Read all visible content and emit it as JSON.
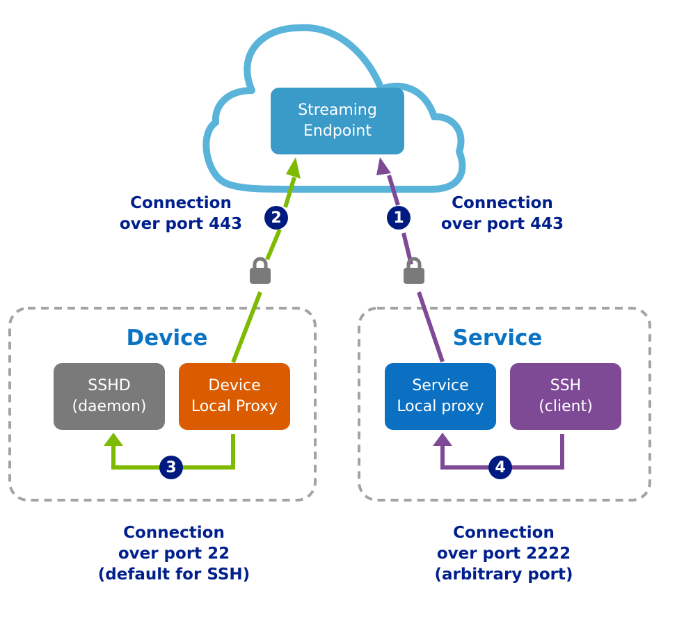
{
  "cloud": {
    "box_label_line1": "Streaming",
    "box_label_line2": "Endpoint",
    "box_color": "#3a9ac8",
    "outline_color": "#5ab4da"
  },
  "connections": {
    "left_443": {
      "line1": "Connection",
      "line2": "over port 443"
    },
    "right_443": {
      "line1": "Connection",
      "line2": "over port 443"
    },
    "port_22": {
      "line1": "Connection",
      "line2": "over port 22",
      "line3": "(default for SSH)"
    },
    "port_2222": {
      "line1": "Connection",
      "line2": "over port 2222",
      "line3": "(arbitrary port)"
    }
  },
  "groups": {
    "device": {
      "title": "Device",
      "sshd": {
        "line1": "SSHD",
        "line2": "(daemon)",
        "color": "#7a7a7a"
      },
      "proxy": {
        "line1": "Device",
        "line2": "Local Proxy",
        "color": "#db5c00"
      }
    },
    "service": {
      "title": "Service",
      "proxy": {
        "line1": "Service",
        "line2": "Local proxy",
        "color": "#0b6fc2"
      },
      "ssh": {
        "line1": "SSH",
        "line2": "(client)",
        "color": "#7e4a96"
      }
    }
  },
  "steps": [
    "1",
    "2",
    "3",
    "4"
  ],
  "icons": {
    "lock": "lock-icon",
    "step_badge": "numbered-badge"
  },
  "colors": {
    "green": "#7dba00",
    "purple": "#7e4a96",
    "badge": "#001a80",
    "label": "#001f8c",
    "dash": "#a3a3a3"
  }
}
